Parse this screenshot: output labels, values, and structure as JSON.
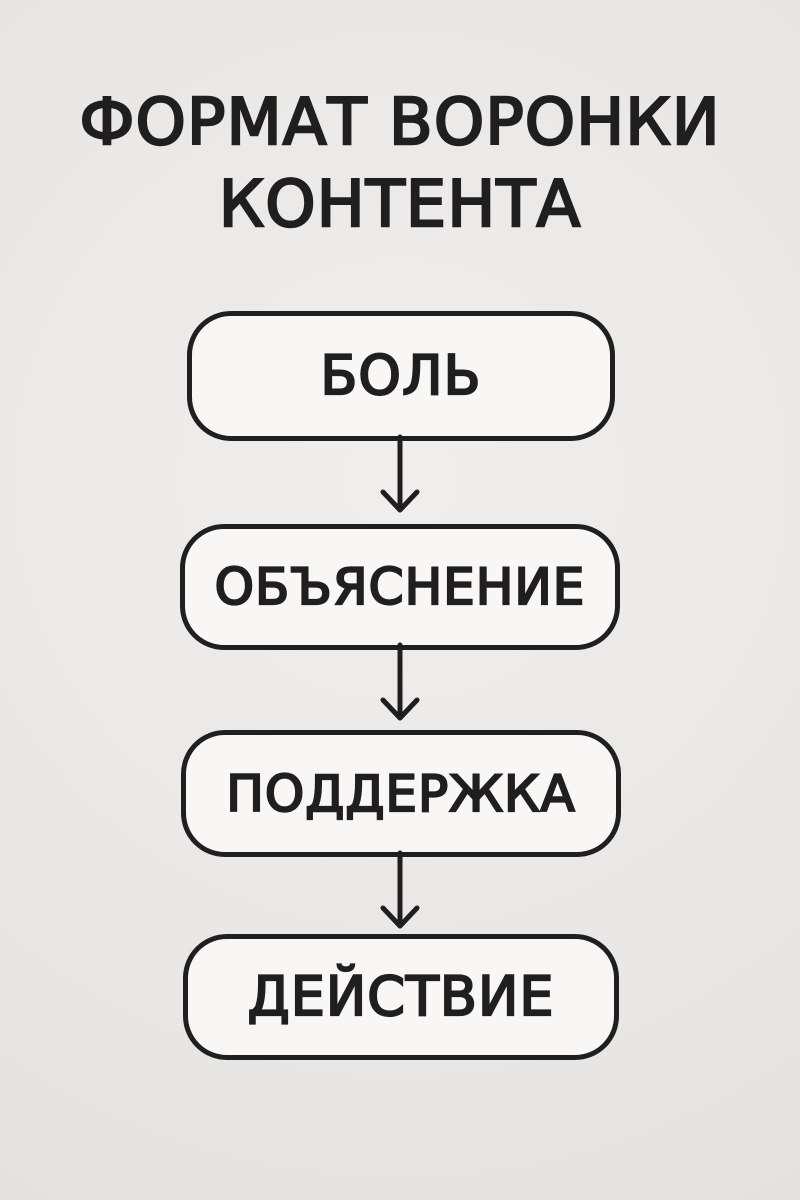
{
  "title": {
    "line1": "ФОРМАТ ВОРОНКИ",
    "line2": "КОНТЕНТА"
  },
  "steps": [
    {
      "label": "БОЛЬ"
    },
    {
      "label": "ОБЪЯСНЕНИЕ"
    },
    {
      "label": "ПОДДЕРЖКА"
    },
    {
      "label": "ДЕЙСТВИЕ"
    }
  ],
  "colors": {
    "background": "#ebe9e7",
    "box_fill": "#f8f7f6",
    "ink": "#1f1f1f"
  },
  "icons": {
    "connector": "down-arrow-icon"
  }
}
